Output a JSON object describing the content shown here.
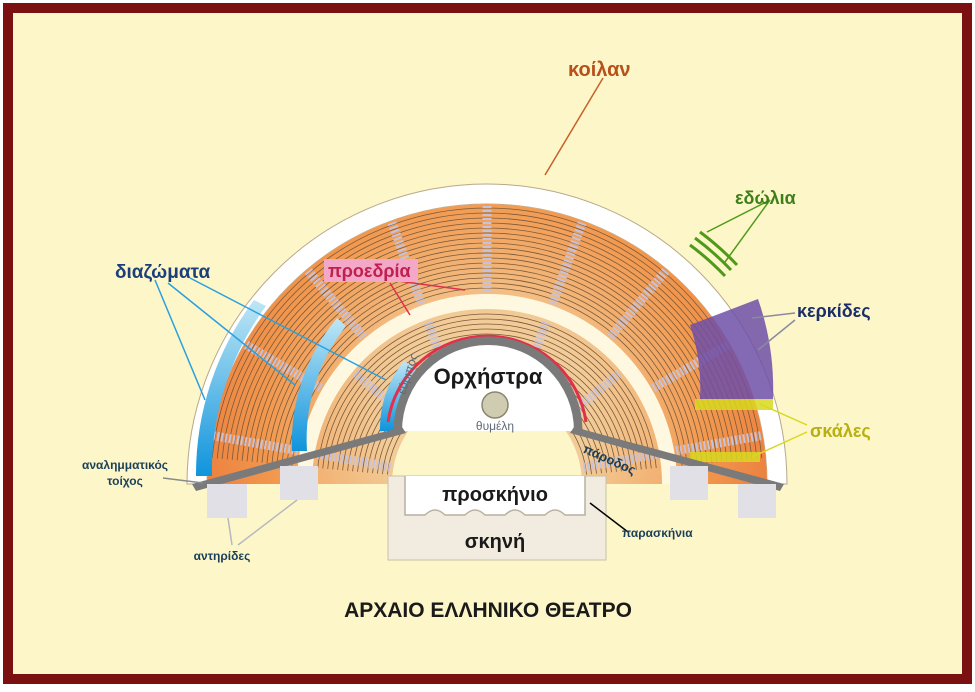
{
  "title": "ΑΡΧΑΙΟ ΕΛΛΗΝΙΚΟ ΘΕΑΤΡΟ",
  "labels": {
    "koilon": "κοίλαν",
    "edolia": "εδώλια",
    "kerkides": "κερκίδες",
    "skales": "σκάλες",
    "diazomata": "διαζώματα",
    "proedria": "προεδρία",
    "euripos": "εύριπος",
    "orchestra": "Ορχήστρα",
    "thymeli": "θυμέλη",
    "parodos": "πάροδος",
    "proskinio": "προσκήνιο",
    "skini": "σκηνή",
    "paraskinia": "παρασκήνια",
    "analimmatikos_line1": "αναλημματικός",
    "analimmatikos_line2": "τοίχος",
    "antirides": "αντηρίδες"
  },
  "colors": {
    "frame": "#7a1010",
    "background": "#fdf6c8",
    "cavea_top": "#f07a2a",
    "cavea_side": "#efe3ba",
    "diazoma_blue": "#1aa0e0",
    "kerkides_purple": "#7a5aa8",
    "skales_yellow": "#d8d820",
    "edolia_green": "#5aa020",
    "proedria_pink": "#f07aa8",
    "wall_gray": "#7a7a7a",
    "blue_label": "#1a3f7a",
    "navy_label": "#1a2f6a",
    "brown_label": "#b8501a",
    "green_label": "#3f7f1a",
    "yellow_label": "#b8b010",
    "pink_text": "#c02050"
  }
}
